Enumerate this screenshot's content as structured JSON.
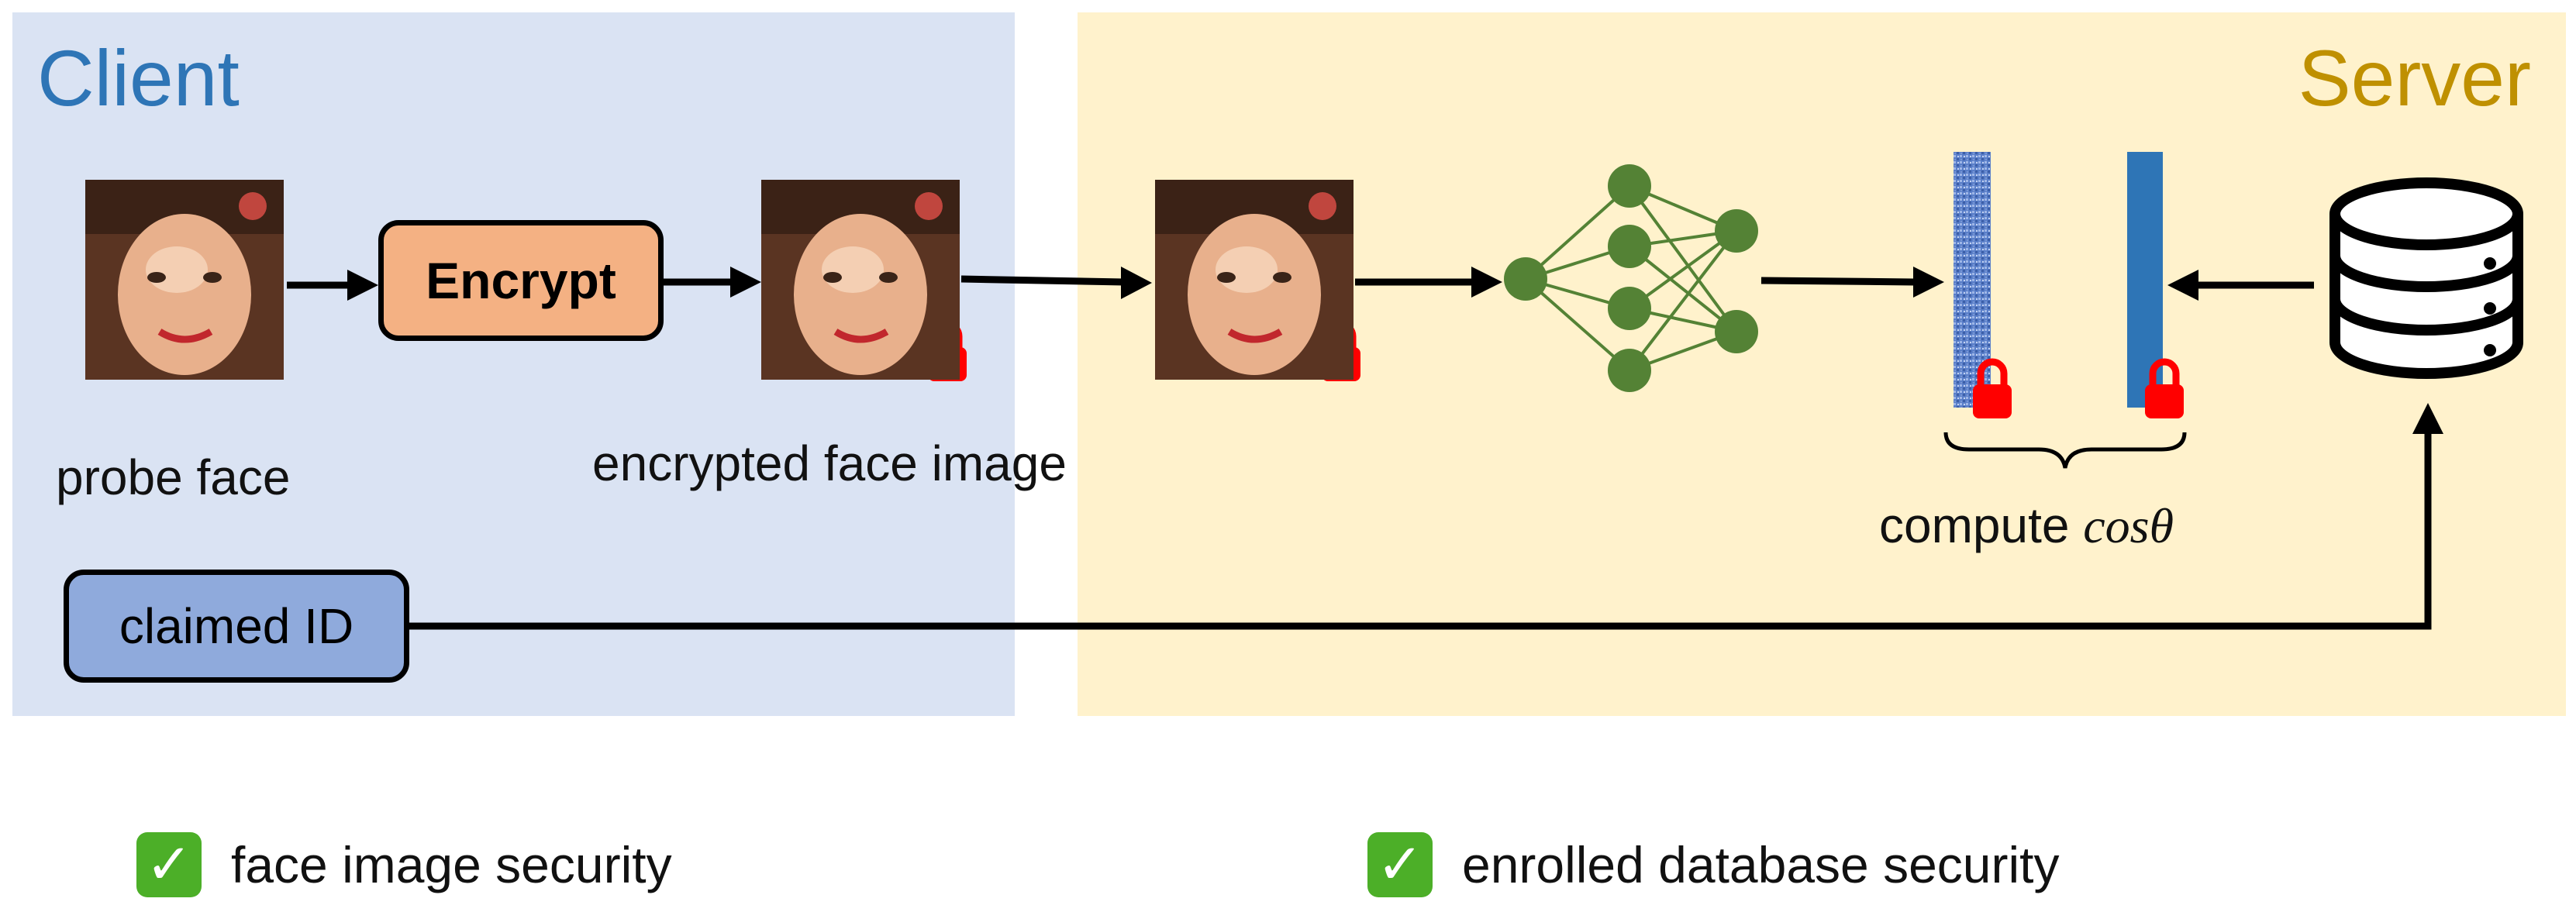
{
  "regions": {
    "client": {
      "title": "Client",
      "color": "#2e75b6",
      "background": "#dae3f3"
    },
    "server": {
      "title": "Server",
      "color": "#bf9000",
      "background": "#fff2cc"
    }
  },
  "client": {
    "encrypt_label": "Encrypt",
    "probe_face_label": "probe face",
    "encrypted_face_label": "encrypted face image",
    "claimed_id_label": "claimed ID"
  },
  "server": {
    "compute_label": "compute ",
    "compute_math": "cosθ"
  },
  "legend": {
    "item1": "face image security",
    "item2": "enrolled database security"
  },
  "icons": [
    "face-photo",
    "lock-icon",
    "neural-network-icon",
    "feature-vector",
    "database-icon",
    "check-icon"
  ],
  "colors": {
    "lock": "#ff0000",
    "node": "#548235",
    "vector": "#2e75b6",
    "encrypt": "#f4b183",
    "claimed_id": "#8faadc"
  }
}
